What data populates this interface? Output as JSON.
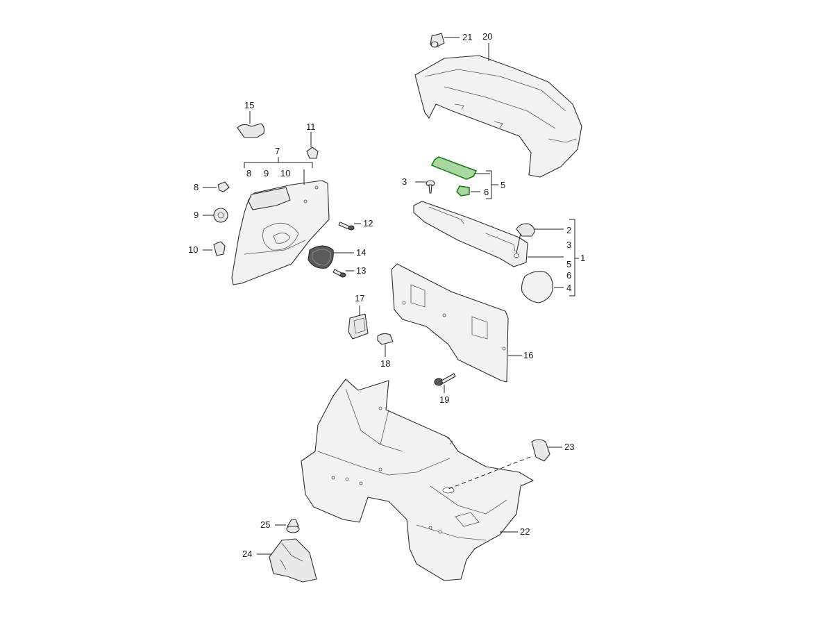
{
  "diagram": {
    "highlight_color": "#1e7a1e",
    "callouts": {
      "c1": "1",
      "c2": "2",
      "c3": "3",
      "c4": "4",
      "c5": "5",
      "c6": "6",
      "c7": "7",
      "c8": "8",
      "c9": "9",
      "c10": "10",
      "c11": "11",
      "c12": "12",
      "c13": "13",
      "c14": "14",
      "c15": "15",
      "c16": "16",
      "c17": "17",
      "c18": "18",
      "c19": "19",
      "c20": "20",
      "c21": "21",
      "c22": "22",
      "c23": "23",
      "c24": "24",
      "c25": "25"
    },
    "group_1_refs": [
      "2",
      "3",
      "5",
      "6",
      "4"
    ],
    "group_5_refs": [
      "3",
      "6"
    ],
    "group_7_refs": [
      "8",
      "9",
      "10"
    ]
  }
}
